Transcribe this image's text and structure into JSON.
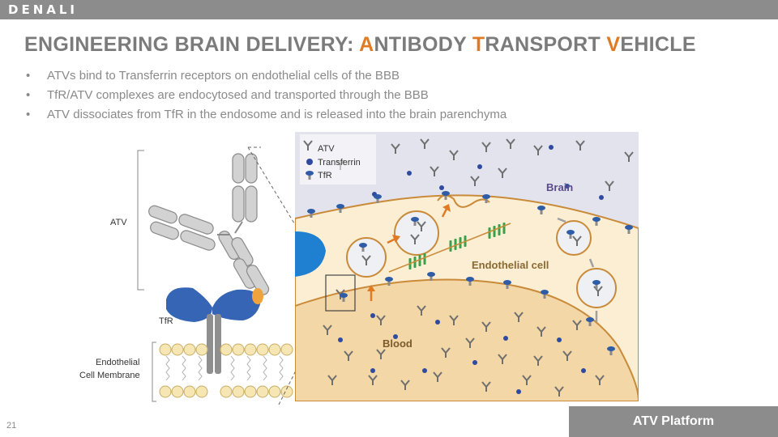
{
  "header": {
    "logo_text": "DENALI"
  },
  "title": {
    "part1": "ENGINEERING BRAIN DELIVERY: ",
    "a": "A",
    "part2": "NTIBODY ",
    "t": "T",
    "part3": "RANSPORT ",
    "v": "V",
    "part4": "EHICLE"
  },
  "bullets": [
    "ATVs bind to Transferrin receptors on endothelial cells of the BBB",
    "TfR/ATV complexes are endocytosed and transported through the BBB",
    "ATV dissociates from TfR in the endosome and is released into the brain parenchyma"
  ],
  "left_panel": {
    "atv_label": "ATV",
    "tfr_label": "TfR",
    "membrane_line1": "Endothelial",
    "membrane_line2": "Cell Membrane"
  },
  "right_panel": {
    "legend": [
      {
        "label": "ATV",
        "icon": "antibody-icon"
      },
      {
        "label": "Transferrin",
        "icon": "transferrin-icon"
      },
      {
        "label": "TfR",
        "icon": "receptor-icon"
      }
    ],
    "brain_label": "Brain",
    "endothelial_label": "Endothelial cell",
    "blood_label": "Blood"
  },
  "footer": {
    "page_number": "21",
    "section": "ATV Platform"
  },
  "colors": {
    "accent": "#e07b24",
    "title_gray": "#7b7b7b",
    "bar_gray": "#8c8c8c",
    "brain_bg": "#e3e3ee",
    "cell_bg": "#fbeed3",
    "blood_bg": "#f3d7a6",
    "receptor_blue": "#2f5ca6",
    "tight_junction_green": "#3aa14a"
  }
}
